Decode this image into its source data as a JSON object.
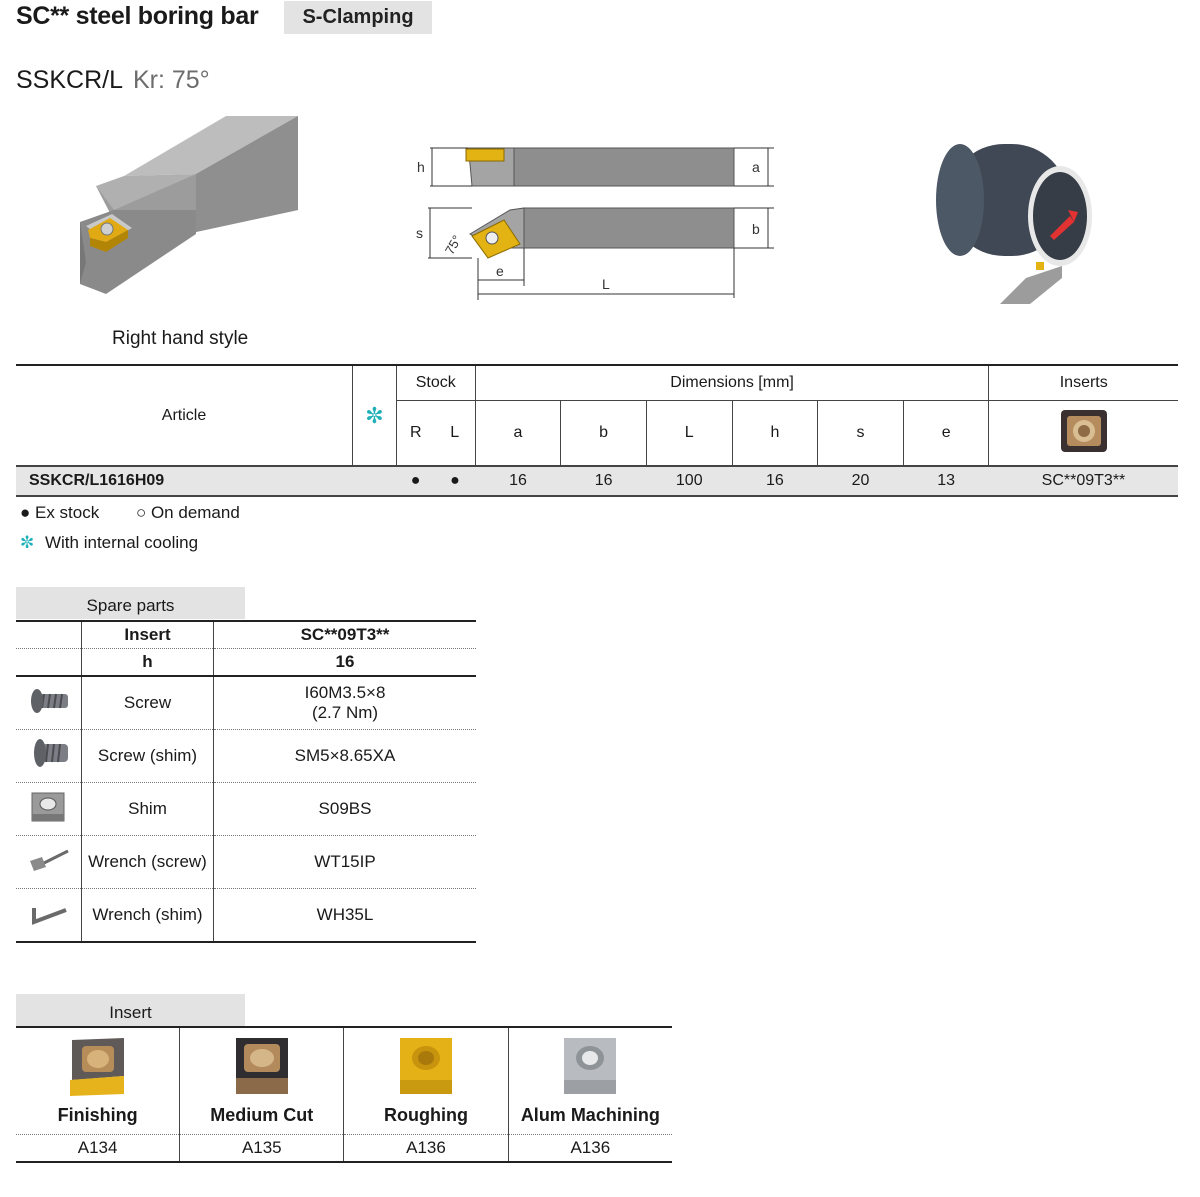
{
  "header": {
    "title": "SC** steel boring bar",
    "tag": "S-Clamping",
    "model": "SSKCR/L",
    "angle": "Kr: 75°"
  },
  "figures": {
    "caption": "Right hand style",
    "dim_labels": {
      "h": "h",
      "a": "a",
      "s": "s",
      "b": "b",
      "angle": "75°",
      "e": "e",
      "L": "L"
    }
  },
  "main_table": {
    "article_header": "Article",
    "stock_header": "Stock",
    "dimensions_header": "Dimensions [mm]",
    "inserts_header": "Inserts",
    "stock_cols": [
      "R",
      "L"
    ],
    "dim_cols": [
      "a",
      "b",
      "L",
      "h",
      "s",
      "e"
    ],
    "row": {
      "article": "SSKCR/L1616H09",
      "stock": [
        "●",
        "●"
      ],
      "dims": [
        "16",
        "16",
        "100",
        "16",
        "20",
        "13"
      ],
      "insert": "SC**09T3**"
    }
  },
  "legend": {
    "ex_stock": "● Ex stock",
    "on_demand": "○ On demand",
    "cooling_symbol": "✼",
    "cooling": "With internal cooling"
  },
  "spare_parts": {
    "label": "Spare parts",
    "insert_label": "Insert",
    "insert_value": "SC**09T3**",
    "h_label": "h",
    "h_value": "16",
    "parts": [
      {
        "icon": "screw-icon",
        "name": "Screw",
        "value": "I60M3.5×8",
        "value2": "(2.7 Nm)"
      },
      {
        "icon": "shim-screw-icon",
        "name": "Screw (shim)",
        "value": "SM5×8.65XA"
      },
      {
        "icon": "shim-icon",
        "name": "Shim",
        "value": "S09BS"
      },
      {
        "icon": "wrench-icon",
        "name": "Wrench (screw)",
        "value": "WT15IP"
      },
      {
        "icon": "hex-key-icon",
        "name": "Wrench (shim)",
        "value": "WH35L"
      }
    ]
  },
  "inserts": {
    "label": "Insert",
    "items": [
      {
        "name": "Finishing",
        "code": "A134"
      },
      {
        "name": "Medium Cut",
        "code": "A135"
      },
      {
        "name": "Roughing",
        "code": "A136"
      },
      {
        "name": "Alum Machining",
        "code": "A136"
      }
    ]
  },
  "colors": {
    "cooling": "#1fb0b8",
    "insert_gold": "#e2b312",
    "section_bg": "#e3e3e3"
  }
}
